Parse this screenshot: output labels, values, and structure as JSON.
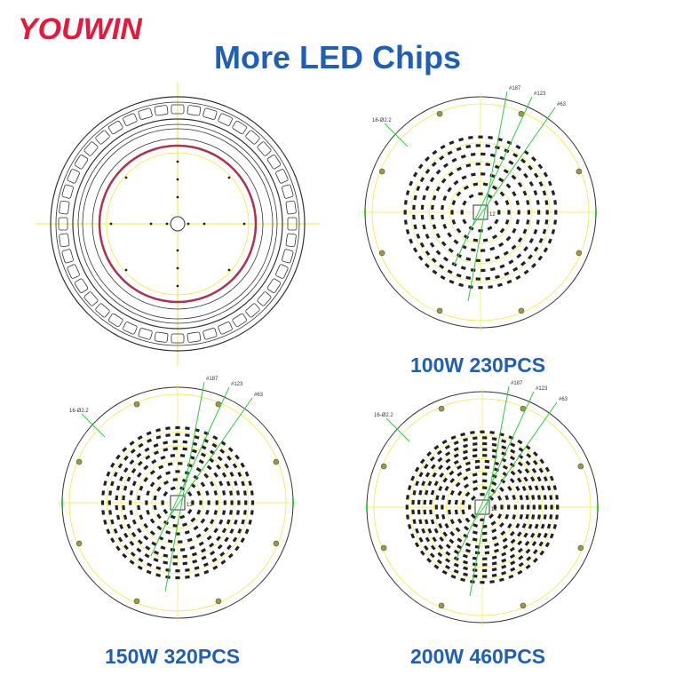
{
  "brand": "YOUWIN",
  "title": "More LED Chips",
  "boards": [
    {
      "caption": "100W 230PCS",
      "rings": [
        13,
        20,
        27,
        34,
        41,
        47,
        53
      ]
    },
    {
      "caption": "150W 320PCS",
      "rings": [
        13,
        20,
        27,
        34,
        41,
        47,
        53,
        59,
        65
      ]
    },
    {
      "caption": "200W 460PCS",
      "rings": [
        13,
        20,
        27,
        34,
        41,
        47,
        53,
        59,
        65,
        71,
        77
      ]
    }
  ],
  "annotations": {
    "d187": "#187",
    "d123": "#123",
    "d63": "#63",
    "holes": "16-Ø2.2",
    "center": "12"
  },
  "colors": {
    "brand": "#e8173b",
    "title": "#1f5fb8",
    "guide": "#f2ea3a",
    "green": "#2ecc40",
    "chip": "#222222",
    "ring": "#b03050"
  }
}
